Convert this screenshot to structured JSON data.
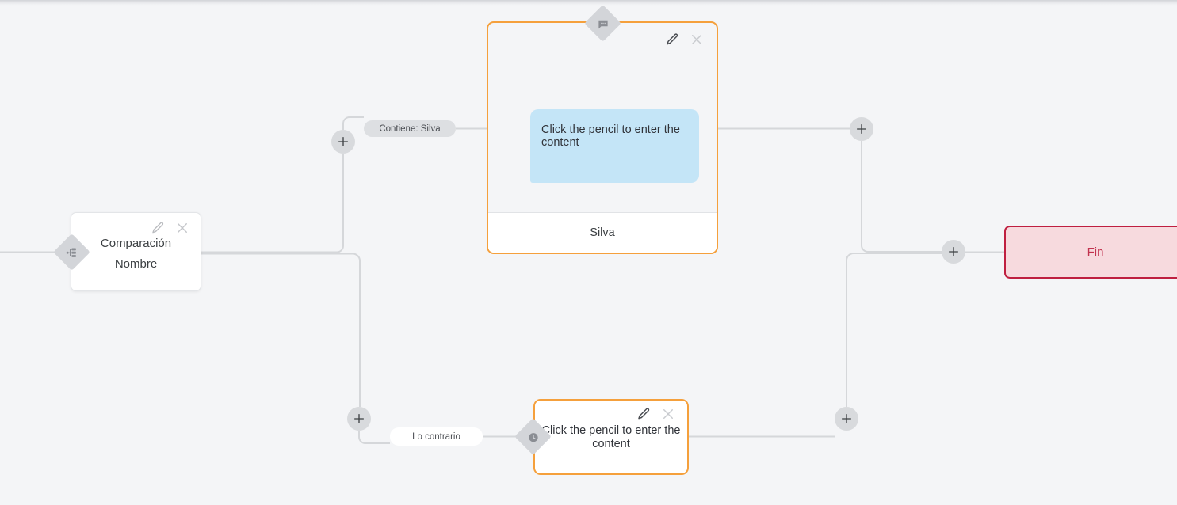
{
  "canvas": {
    "background_color": "#f4f5f7",
    "wire_color": "#d5d7da"
  },
  "nodes": {
    "comparison": {
      "title": "Comparación",
      "subtitle": "Nombre",
      "handle_icon": "branch-icon",
      "edit_icon": "pencil-icon",
      "close_icon": "close-icon"
    },
    "message_card": {
      "handle_icon": "message-bubble-icon",
      "bubble_text": "Click the pencil to enter the content",
      "bubble_color": "#c4e5f7",
      "footer_label": "Silva",
      "border_color": "#f5a03c",
      "edit_icon": "pencil-icon",
      "close_icon": "close-icon"
    },
    "delay_card": {
      "handle_icon": "clock-icon",
      "text": "Click the pencil to enter the content",
      "border_color": "#f5a03c",
      "edit_icon": "pencil-icon",
      "close_icon": "close-icon"
    },
    "end": {
      "label": "Fin",
      "border_color": "#bf1f40",
      "fill_color": "#f7dade",
      "text_color": "#c2334f"
    }
  },
  "edges": {
    "true_branch_label": "Contiene: Silva",
    "false_branch_label": "Lo contrario"
  },
  "add_buttons": {
    "icon": "plus-icon",
    "count": 5
  }
}
